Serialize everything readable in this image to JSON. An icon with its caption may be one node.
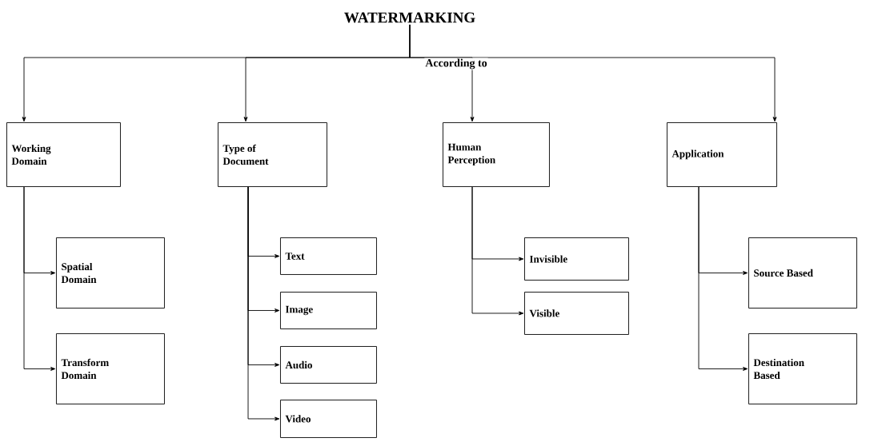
{
  "diagram": {
    "nodes": [
      {
        "text": [
          "WATERMARKING"
        ]
      },
      {
        "text": [
          "Working Domain"
        ]
      },
      {
        "text": [
          "Type of Document"
        ]
      },
      {
        "text": [
          "Human Perception"
        ]
      },
      {
        "text": [
          "Application"
        ]
      },
      {
        "text": [
          "Spatial Domain"
        ]
      },
      {
        "text": [
          "Transform Domain"
        ]
      },
      {
        "text": [
          "Text"
        ]
      },
      {
        "text": [
          "Image"
        ]
      },
      {
        "text": [
          "Audio"
        ]
      },
      {
        "text": [
          "Video"
        ]
      },
      {
        "text": [
          "Invisible"
        ]
      },
      {
        "text": [
          "Visible"
        ]
      },
      {
        "text": [
          "Source Based"
        ]
      },
      {
        "text": [
          "Destination Based"
        ]
      }
    ],
    "edges": [
      {
        "from": 0,
        "to": 1,
        "arrow": "to"
      },
      {
        "from": 0,
        "to": 2,
        "arrow": "to"
      },
      {
        "from": 0,
        "to": 3,
        "arrow": "to"
      },
      {
        "from": 0,
        "to": 4,
        "arrow": "to"
      },
      {
        "from": 1,
        "to": 5,
        "arrow": "to"
      },
      {
        "from": 1,
        "to": 6,
        "arrow": "to"
      },
      {
        "from": 2,
        "to": 7,
        "arrow": "to"
      },
      {
        "from": 2,
        "to": 8,
        "arrow": "to"
      },
      {
        "from": 2,
        "to": 9,
        "arrow": "to"
      },
      {
        "from": 2,
        "to": 10,
        "arrow": "to"
      },
      {
        "from": 3,
        "to": 11,
        "arrow": "to"
      },
      {
        "from": 3,
        "to": 12,
        "arrow": "to"
      },
      {
        "from": 4,
        "to": 13,
        "arrow": "to"
      },
      {
        "from": 4,
        "to": 14,
        "arrow": "to"
      }
    ],
    "labels": [
      "According to"
    ]
  }
}
